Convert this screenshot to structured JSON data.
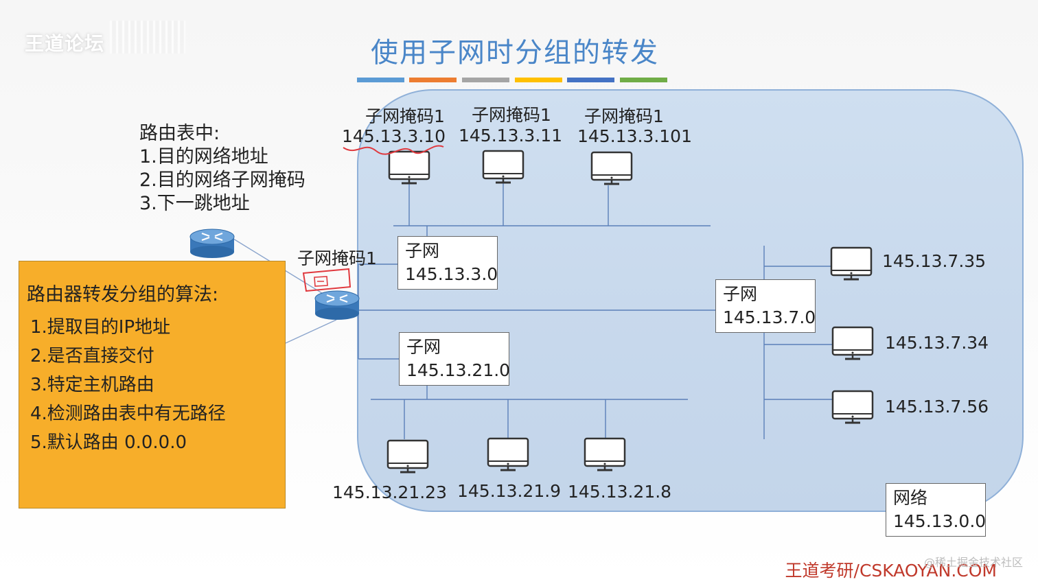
{
  "watermark": "王道论坛",
  "title": "使用子网时分组的转发",
  "title_bar_colors": [
    "#5b9bd5",
    "#ed7d31",
    "#a5a5a5",
    "#ffc000",
    "#4472c4",
    "#70ad47"
  ],
  "routing_table": {
    "heading": "路由表中:",
    "items": [
      "1.目的网络地址",
      "2.目的网络子网掩码",
      "3.下一跳地址"
    ]
  },
  "algorithm": {
    "heading": "路由器转发分组的算法:",
    "steps": [
      "1.提取目的IP地址",
      "2.是否直接交付",
      "3.特定主机路由",
      "4.检测路由表中有无路径",
      "5.默认路由 0.0.0.0"
    ]
  },
  "router_mask_label": "子网掩码1",
  "top_hosts": [
    {
      "mask": "子网掩码1",
      "ip": "145.13.3.10"
    },
    {
      "mask": "子网掩码1",
      "ip": "145.13.3.11"
    },
    {
      "mask": "子网掩码1",
      "ip": "145.13.3.101"
    }
  ],
  "subnets": [
    {
      "label": "子网",
      "addr": "145.13.3.0"
    },
    {
      "label": "子网",
      "addr": "145.13.21.0"
    },
    {
      "label": "子网",
      "addr": "145.13.7.0"
    }
  ],
  "bottom_hosts": [
    "145.13.21.23",
    "145.13.21.9",
    "145.13.21.8"
  ],
  "right_hosts": [
    "145.13.7.35",
    "145.13.7.34",
    "145.13.7.56"
  ],
  "network": {
    "label": "网络",
    "addr": "145.13.0.0"
  },
  "footer": "王道考研/CSKAOYAN.COM",
  "juejin_mark": "@稀土掘金技术社区"
}
